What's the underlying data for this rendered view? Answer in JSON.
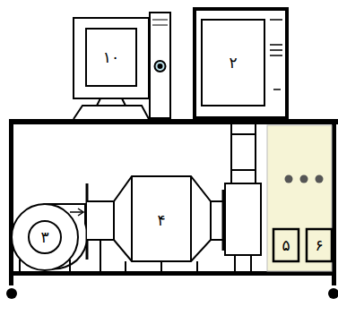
{
  "diagram": {
    "labels": [
      "١٠",
      "٢",
      "٣",
      "۴",
      "۵",
      "۶"
    ]
  }
}
